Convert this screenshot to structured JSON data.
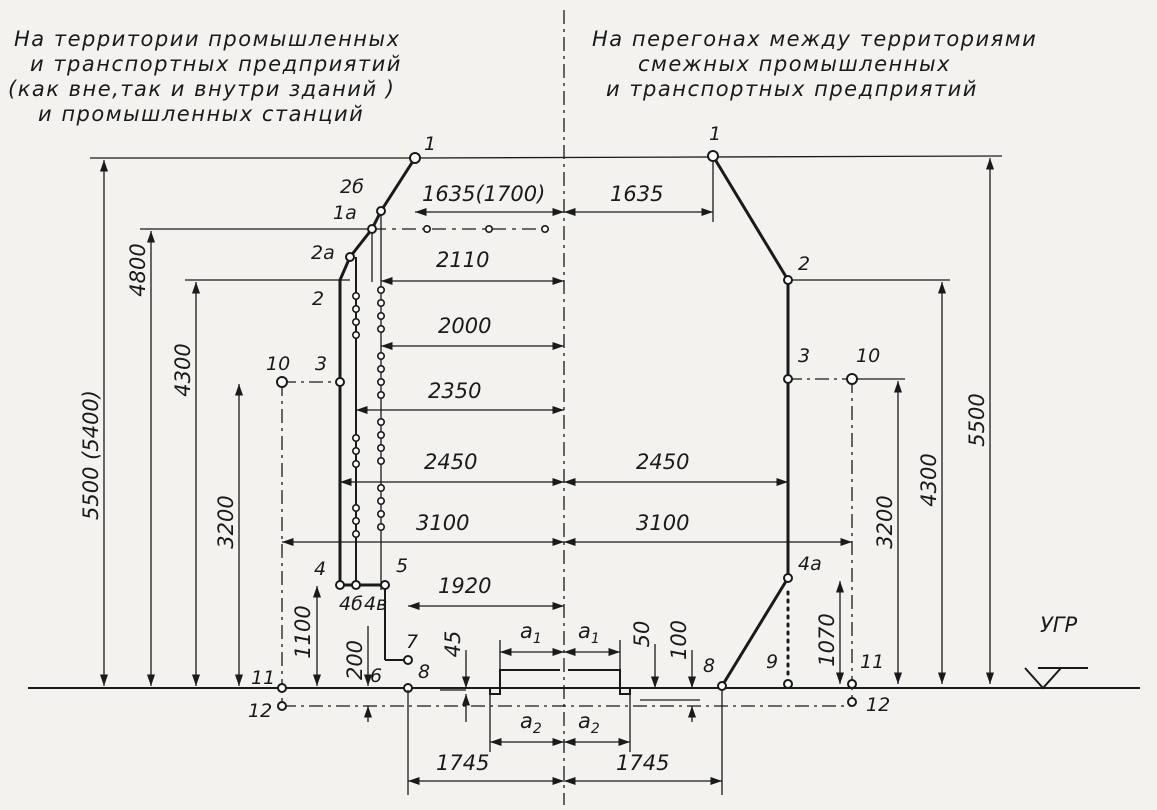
{
  "headers": {
    "left": [
      "На территории промышленных",
      "и транспортных предприятий",
      "(как вне,так и внутри зданий )",
      "и промышленных станций"
    ],
    "right": [
      "На перегонах между территориями",
      "смежных промышленных",
      "и транспортных предприятий"
    ]
  },
  "heights": {
    "h5500_5400": "5500 (5400)",
    "h4800": "4800",
    "h4300_left": "4300",
    "h3200_left": "3200",
    "h1100": "1100",
    "h200": "200",
    "h45": "45",
    "h50": "50",
    "h100": "100",
    "h1070": "1070",
    "h3200_right": "3200",
    "h4300_right": "4300",
    "h5500_right": "5500"
  },
  "widths": {
    "w1635_1700": "1635(1700)",
    "w1635": "1635",
    "w2110": "2110",
    "w2000": "2000",
    "w2350": "2350",
    "w2450_left": "2450",
    "w2450_right": "2450",
    "w3100_left": "3100",
    "w3100_right": "3100",
    "w1920": "1920",
    "w1745_left": "1745",
    "w1745_right": "1745",
    "a1": "a",
    "a1_sub": "1",
    "a2": "a",
    "a2_sub": "2"
  },
  "points": {
    "p1": "1",
    "p2": "2",
    "p2a": "2а",
    "p2b": "2б",
    "p1a": "1а",
    "p3": "3",
    "p10": "10",
    "p4": "4",
    "p4b": "4б",
    "p4v": "4в",
    "p5": "5",
    "p6": "6",
    "p7": "7",
    "p8": "8",
    "p11": "11",
    "p12": "12",
    "r1": "1",
    "r2": "2",
    "r3": "3",
    "r10": "10",
    "r4a": "4а",
    "r8": "8",
    "r9": "9",
    "r11": "11",
    "r12": "12"
  },
  "ugr": "УГР"
}
